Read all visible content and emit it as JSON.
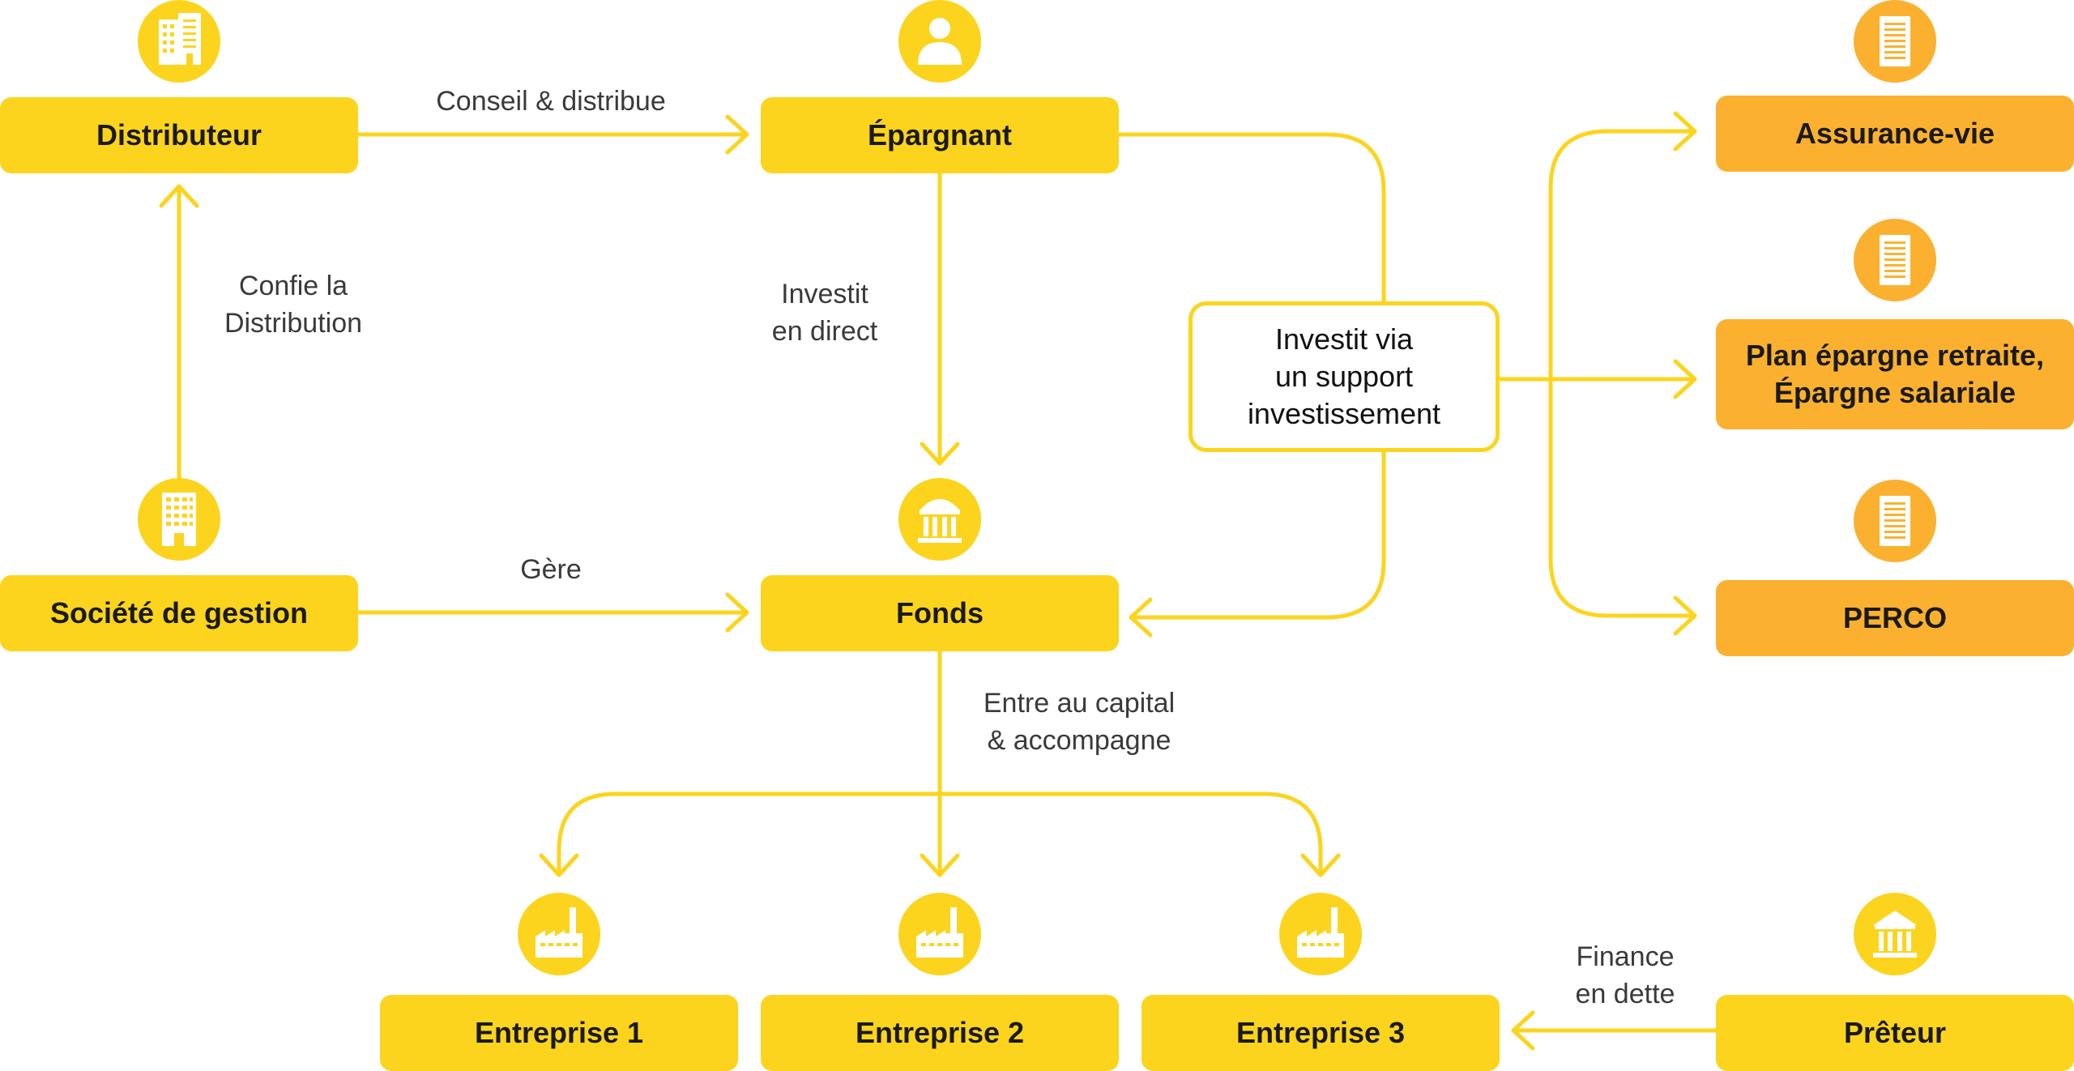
{
  "colors": {
    "yellow": "#fcd41d",
    "orange": "#fbb12f",
    "text": "#1a1a1a",
    "label": "#3a3a3a"
  },
  "nodes": {
    "distributeur": "Distributeur",
    "epargnant": "Épargnant",
    "societe": "Société de gestion",
    "fonds": "Fonds",
    "investit_via": [
      "Investit via",
      "un support",
      "investissement"
    ],
    "assurance": "Assurance-vie",
    "plan": [
      "Plan épargne retraite,",
      "Épargne salariale"
    ],
    "perco": "PERCO",
    "entreprise1": "Entreprise 1",
    "entreprise2": "Entreprise 2",
    "entreprise3": "Entreprise 3",
    "preteur": "Prêteur"
  },
  "edge_labels": {
    "conseil": "Conseil & distribue",
    "confie": [
      "Confie la",
      "Distribution"
    ],
    "investit_direct": [
      "Investit",
      "en direct"
    ],
    "gere": "Gère",
    "entre_capital": [
      "Entre au capital",
      "& accompagne"
    ],
    "finance": [
      "Finance",
      "en dette"
    ]
  },
  "icons": {
    "distributeur": "office-building-icon",
    "epargnant": "person-icon",
    "societe": "building-icon",
    "fonds": "bank-icon",
    "assurance": "document-icon",
    "plan": "document-icon",
    "perco": "document-icon",
    "entreprise1": "factory-icon",
    "entreprise2": "factory-icon",
    "entreprise3": "factory-icon",
    "preteur": "bank-icon"
  }
}
